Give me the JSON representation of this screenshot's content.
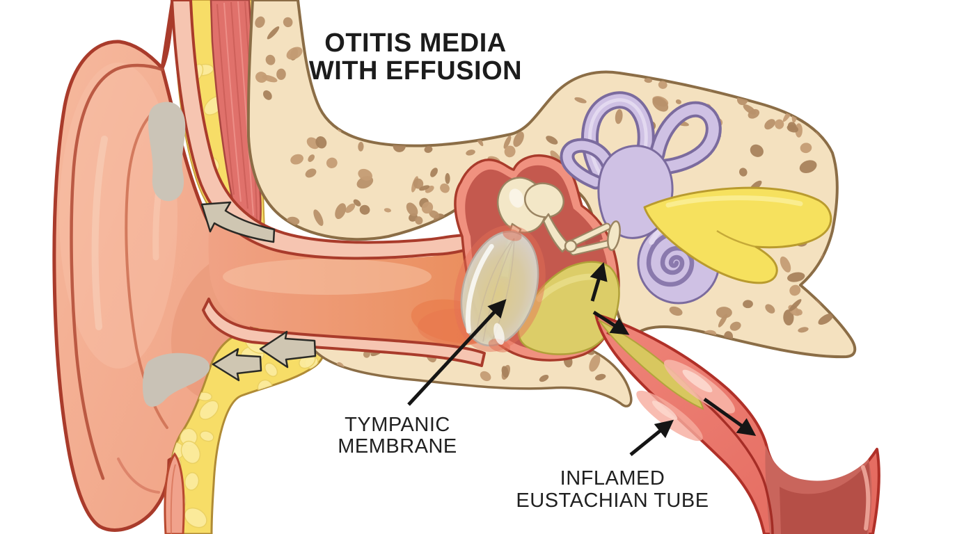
{
  "title": {
    "line1": "OTITIS MEDIA",
    "line2": "WITH EFFUSION"
  },
  "labels": {
    "tympanic_membrane": {
      "line1": "TYMPANIC",
      "line2": "MEMBRANE"
    },
    "eustachian_tube": {
      "line1": "INFLAMED",
      "line2": "EUSTACHIAN TUBE"
    }
  },
  "colors": {
    "background": "#ffffff",
    "text": "#1c1c1c",
    "skin": "#f3aa8d",
    "skin_outline": "#a93b2b",
    "fat": "#f7dd67",
    "fat_globule": "#fbeca0",
    "bone": "#f4e1bf",
    "bone_outline": "#8b6d46",
    "bone_speckle": "#b8916a",
    "muscle": "#e0716b",
    "middle_ear_cavity": "#c4594e",
    "middle_ear_rim": "#f0917f",
    "effusion_fluid": "#dccd68",
    "ossicle": "#f3e7c7",
    "inner_ear": "#cfc1e4",
    "inner_ear_outline": "#7b6b9e",
    "auditory_nerve": "#f6e15e",
    "eustachian_tube": "#ee8176",
    "eustachian_tube_outline": "#b03028",
    "tympanic_membrane": "#d8d2cc",
    "earwax": "#c9c2b6",
    "flow_arrow_gray": "#cfc6b2",
    "annotation_arrow": "#151515"
  }
}
